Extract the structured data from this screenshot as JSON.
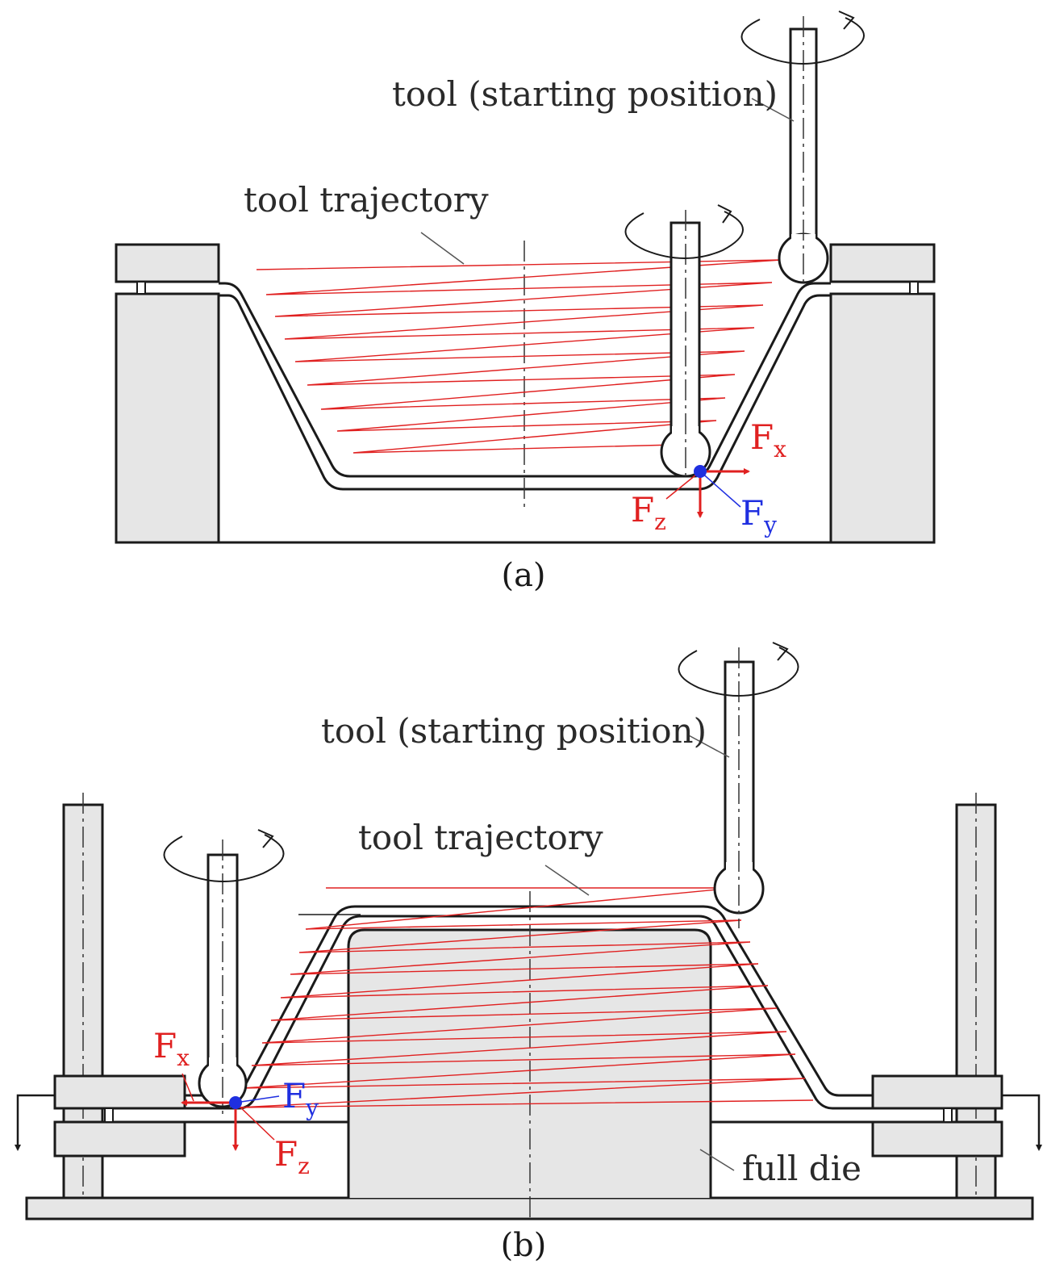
{
  "colors": {
    "outline": "#1a1a1a",
    "fill_grey": "#e6e6e6",
    "trajectory": "#e02020",
    "force_red": "#e02020",
    "force_blue": "#1f2fe0",
    "contact_point": "#1f2fe0"
  },
  "panel_a": {
    "caption": "(a)",
    "tool_start_label": "tool (starting position)",
    "trajectory_label": "tool trajectory",
    "forces": {
      "fx": {
        "main": "F",
        "sub": "x"
      },
      "fy": {
        "main": "F",
        "sub": "y"
      },
      "fz": {
        "main": "F",
        "sub": "z"
      }
    }
  },
  "panel_b": {
    "caption": "(b)",
    "tool_start_label": "tool (starting position)",
    "trajectory_label": "tool trajectory",
    "die_label": "full die",
    "forces": {
      "fx": {
        "main": "F",
        "sub": "x"
      },
      "fy": {
        "main": "F",
        "sub": "y"
      },
      "fz": {
        "main": "F",
        "sub": "z"
      }
    }
  }
}
